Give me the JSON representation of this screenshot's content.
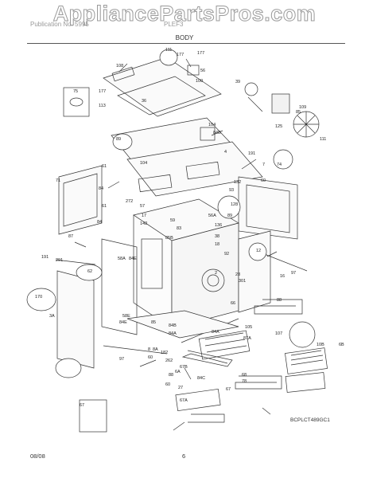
{
  "watermark": "AppliancePartsPros.com",
  "header": {
    "left_text": "Publication No. 5995",
    "right_text": "PLEF3",
    "section_title": "BODY"
  },
  "diagram": {
    "code": "BCPLCT489GC1",
    "part_labels": [
      "108",
      "177",
      "56",
      "100",
      "177",
      "36",
      "113",
      "111",
      "177",
      "75",
      "39",
      "85",
      "125",
      "109",
      "111",
      "104",
      "84B",
      "89",
      "4",
      "191",
      "7",
      "71",
      "61",
      "84",
      "104",
      "74",
      "60",
      "132",
      "93",
      "272",
      "57",
      "17",
      "142",
      "89",
      "56A",
      "128",
      "136",
      "61",
      "59",
      "83",
      "38",
      "18",
      "85B",
      "84",
      "191",
      "291",
      "92",
      "84E",
      "2",
      "12",
      "97",
      "170",
      "3A",
      "58A",
      "301",
      "28",
      "16",
      "58E",
      "87",
      "84E",
      "85",
      "84B",
      "84A",
      "62",
      "88",
      "8",
      "10B",
      "107",
      "182",
      "66",
      "84A",
      "87A",
      "60",
      "105",
      "6B",
      "8A",
      "262",
      "67B",
      "68",
      "6A",
      "97",
      "88",
      "84C",
      "78",
      "67",
      "60",
      "27",
      "67A",
      "67"
    ]
  },
  "footer": {
    "date": "08/08",
    "page": "6"
  }
}
